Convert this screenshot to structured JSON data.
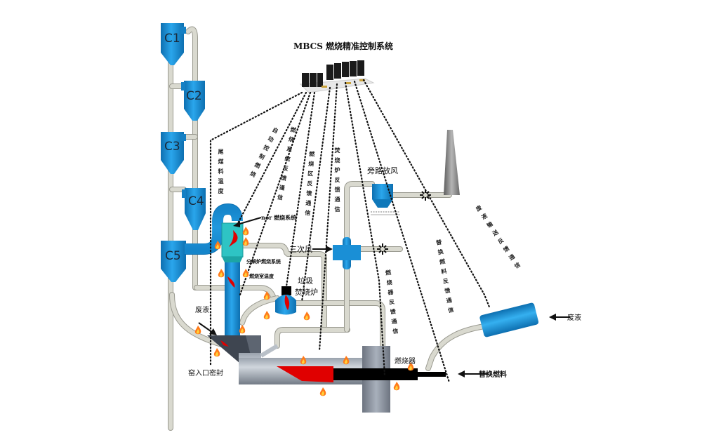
{
  "title": "MBCS 燃烧精准控制系统",
  "cyclones": [
    "C1",
    "C2",
    "C3",
    "C4",
    "C5"
  ],
  "labels": {
    "nox_system": "nor 燃烧系统",
    "tertiary_air": "三次风",
    "bypass_air": "旁路放风",
    "waste_incinerator_line1": "垃圾",
    "waste_incinerator_line2": "焚烧炉",
    "waste_liquid_left": "废液",
    "waste_liquid_right": "废液",
    "kiln_inlet_seal": "窑入口密封",
    "burner": "燃烧器",
    "alternative_fuel": "替换燃料",
    "small_label_1": "分解炉燃烧系统",
    "small_label_2": "燃烧室温度"
  },
  "signal_lines": [
    "尾煤料温度",
    "自动控制燃烧",
    "燃烧系统反馈通信",
    "燃烧区反馈通信",
    "焚烧炉反馈通信",
    "燃烧器反馈通信",
    "替换燃料反馈通信",
    "废液输送反馈通信"
  ],
  "colors": {
    "equipment_blue": "#1a8fd6",
    "accent_cyan": "#2ec4c4",
    "kiln_gray": "#8e96a3",
    "flame_red": "#e00000",
    "pipe": "#d9d9cf"
  }
}
